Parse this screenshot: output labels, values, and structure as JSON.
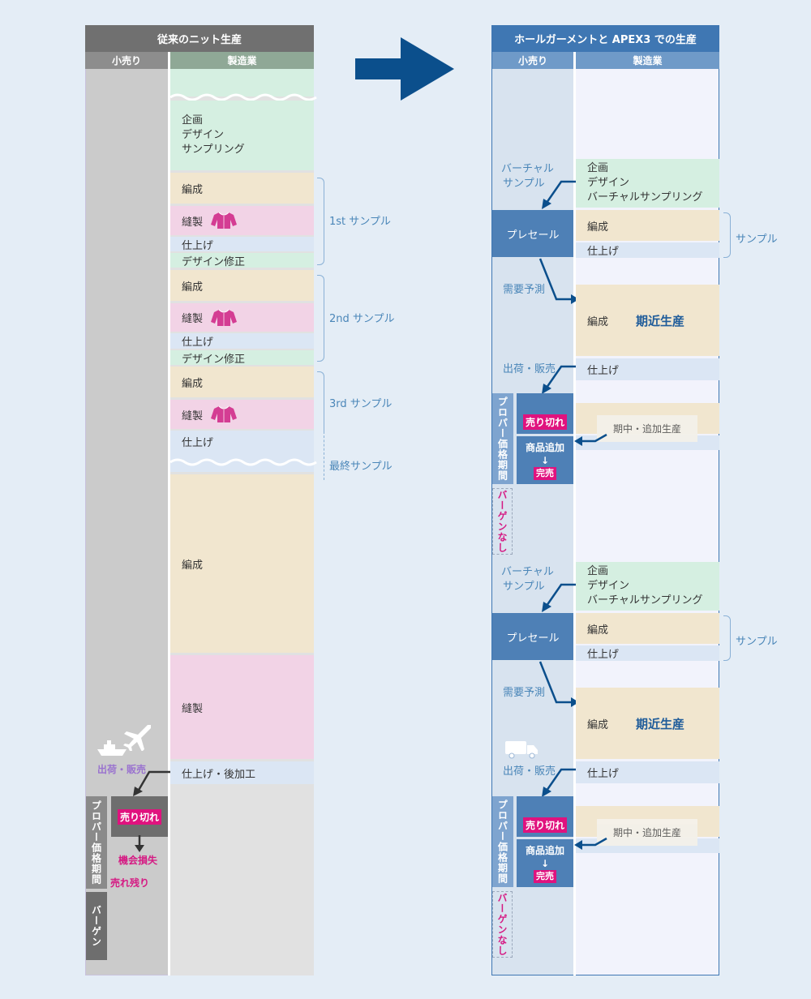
{
  "left": {
    "title": "従来のニット生産",
    "col_retail": "小売り",
    "col_mfg": "製造業",
    "blocks": {
      "plan": [
        "企画",
        "デザイン",
        "サンプリング"
      ],
      "knit": "編成",
      "sew": "縫製",
      "finish": "仕上げ",
      "design_fix": "デザイン修正",
      "finish_post": "仕上げ・後加工"
    },
    "samples": {
      "first": "1st サンプル",
      "second": "2nd サンプル",
      "third": "3rd サンプル",
      "final": "最終サンプル"
    },
    "ship_sell": "出荷・販売",
    "sold_out": "売り切れ",
    "lost_opportunity": "機会損失",
    "unsold": "売れ残り",
    "proper_period": "プロパー価格期間",
    "bargain": "バーゲン"
  },
  "right": {
    "title": "ホールガーメントと APEX3 での生産",
    "col_retail": "小売り",
    "col_mfg": "製造業",
    "plan": [
      "企画",
      "デザイン",
      "バーチャルサンプリング"
    ],
    "virtual_sample": [
      "バーチャル",
      "サンプル"
    ],
    "presale": "プレセール",
    "knit": "編成",
    "finish": "仕上げ",
    "sample": "サンプル",
    "demand_forecast": "需要予測",
    "near_term": "期近生産",
    "ship_sell": "出荷・販売",
    "sold_out": "売り切れ",
    "midterm_add": "期中・追加生産",
    "add_product": "商品追加",
    "arrow_down": "↓",
    "complete": "完売",
    "proper_period": "プロパー価格期間",
    "no_bargain": "バーゲンなし"
  },
  "colors": {
    "left_header": "#707070",
    "left_sub": "#8fa896",
    "right_header": "#3f77b3",
    "right_sub": "#6f9ac8",
    "big_arrow": "#0b4f8c",
    "accent_pink": "#e0127e",
    "accent_blue": "#4a86b8"
  },
  "icons": [
    "sweater-icon",
    "ship-icon",
    "airplane-icon",
    "truck-icon",
    "big-right-arrow-icon"
  ]
}
